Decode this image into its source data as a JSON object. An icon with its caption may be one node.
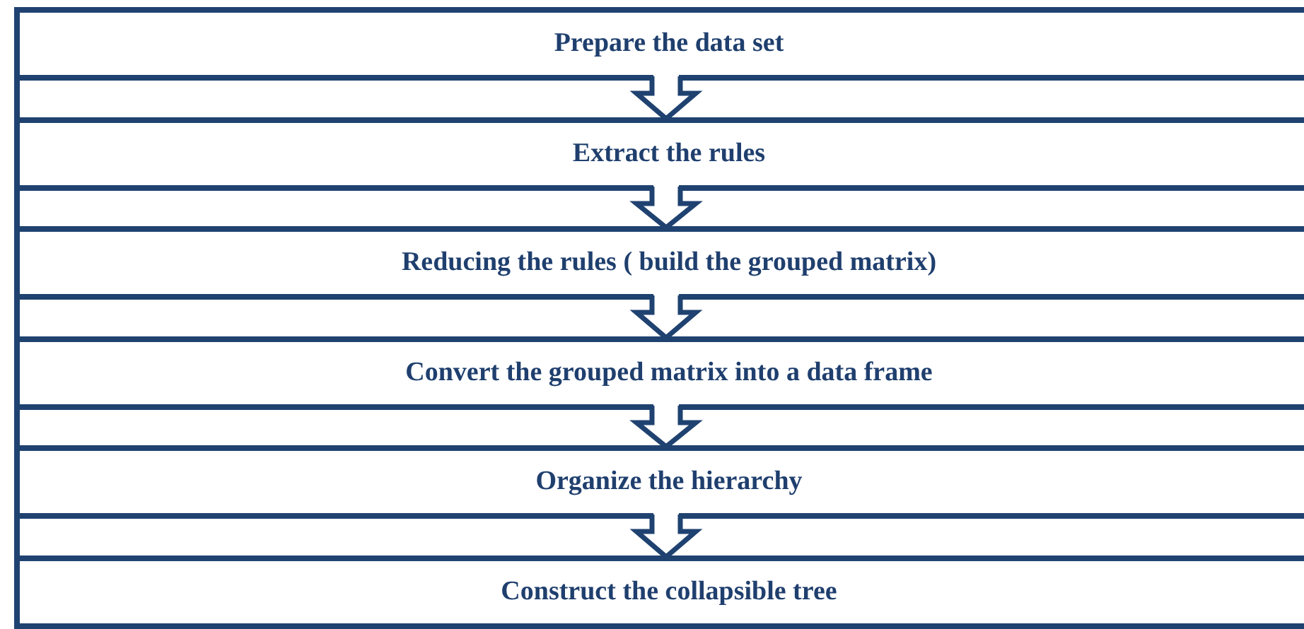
{
  "diagram": {
    "nodes": [
      {
        "text": [
          "Prepare the data set"
        ]
      },
      {
        "text": [
          "Extract the rules"
        ]
      },
      {
        "text": [
          "Reducing the rules ( build the grouped matrix)"
        ]
      },
      {
        "text": [
          "Convert the grouped matrix into a data frame"
        ]
      },
      {
        "text": [
          "Organize the hierarchy"
        ]
      },
      {
        "text": [
          "Construct the collapsible tree"
        ]
      }
    ],
    "edges": [
      {
        "from": 0,
        "to": 1,
        "arrow": "to"
      },
      {
        "from": 1,
        "to": 2,
        "arrow": "to"
      },
      {
        "from": 2,
        "to": 3,
        "arrow": "to"
      },
      {
        "from": 3,
        "to": 4,
        "arrow": "to"
      },
      {
        "from": 4,
        "to": 5,
        "arrow": "to"
      }
    ]
  }
}
